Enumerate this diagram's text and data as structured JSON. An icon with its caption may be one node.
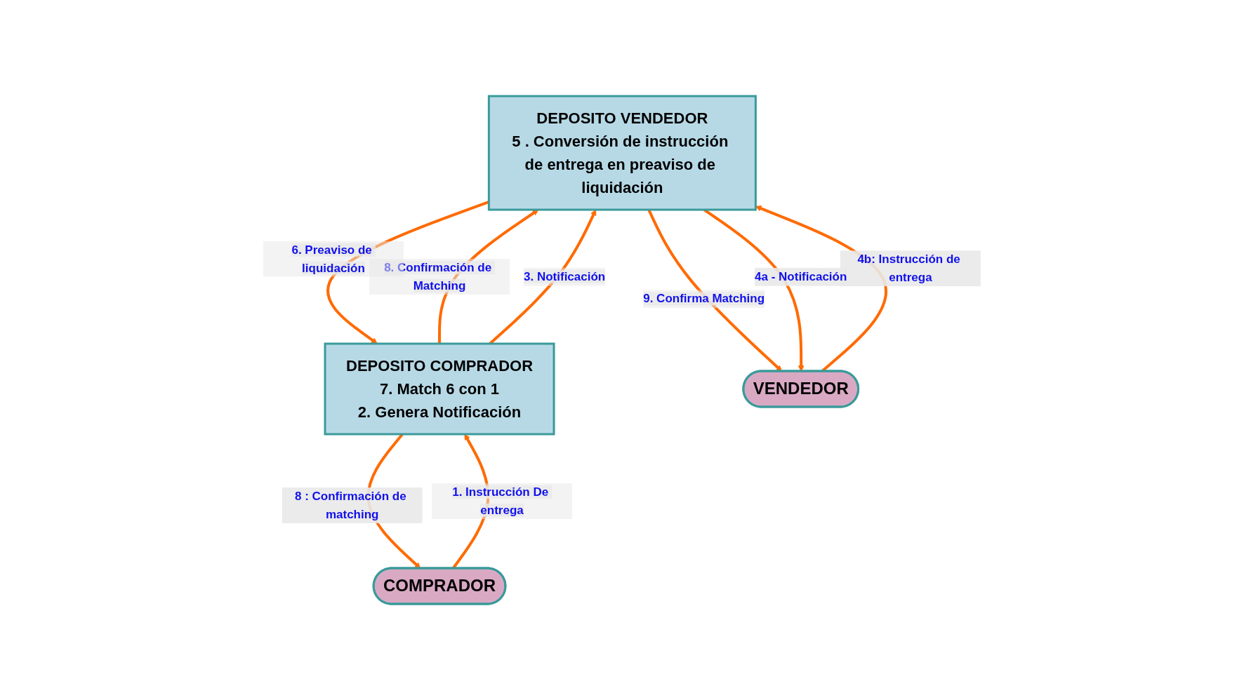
{
  "diagram": {
    "nodes": [
      {
        "text": [
          "DEPOSITO VENDEDOR",
          "5 . Conversión de instrucción de entrega en preaviso de liquidación"
        ]
      },
      {
        "text": [
          "DEPOSITO COMPRADOR",
          "7. Match 6 con 1",
          "2. Genera Notificación"
        ]
      },
      {
        "text": [
          "VENDEDOR"
        ]
      },
      {
        "text": [
          "COMPRADOR"
        ]
      }
    ],
    "edges": [
      {
        "from": 1,
        "to": 0,
        "arrow": "to",
        "label": "8. Confirmación de Matching"
      },
      {
        "from": 0,
        "to": 1,
        "arrow": "to",
        "label": "6. Preaviso de liquidación"
      },
      {
        "from": 1,
        "to": 0,
        "arrow": "to",
        "label": "3. Notificación"
      },
      {
        "from": 0,
        "to": 2,
        "arrow": "to",
        "label": "9. Confirma Matching"
      },
      {
        "from": 2,
        "to": 0,
        "arrow": "to",
        "label": "4b: Instrucción de entrega"
      },
      {
        "from": 0,
        "to": 2,
        "arrow": "to",
        "label": "4a - Notificación"
      },
      {
        "from": 3,
        "to": 1,
        "arrow": "to",
        "label": "1. Instrucción De entrega"
      },
      {
        "from": 1,
        "to": 3,
        "arrow": "to",
        "label": "8 : Confirmación de matching"
      }
    ]
  }
}
